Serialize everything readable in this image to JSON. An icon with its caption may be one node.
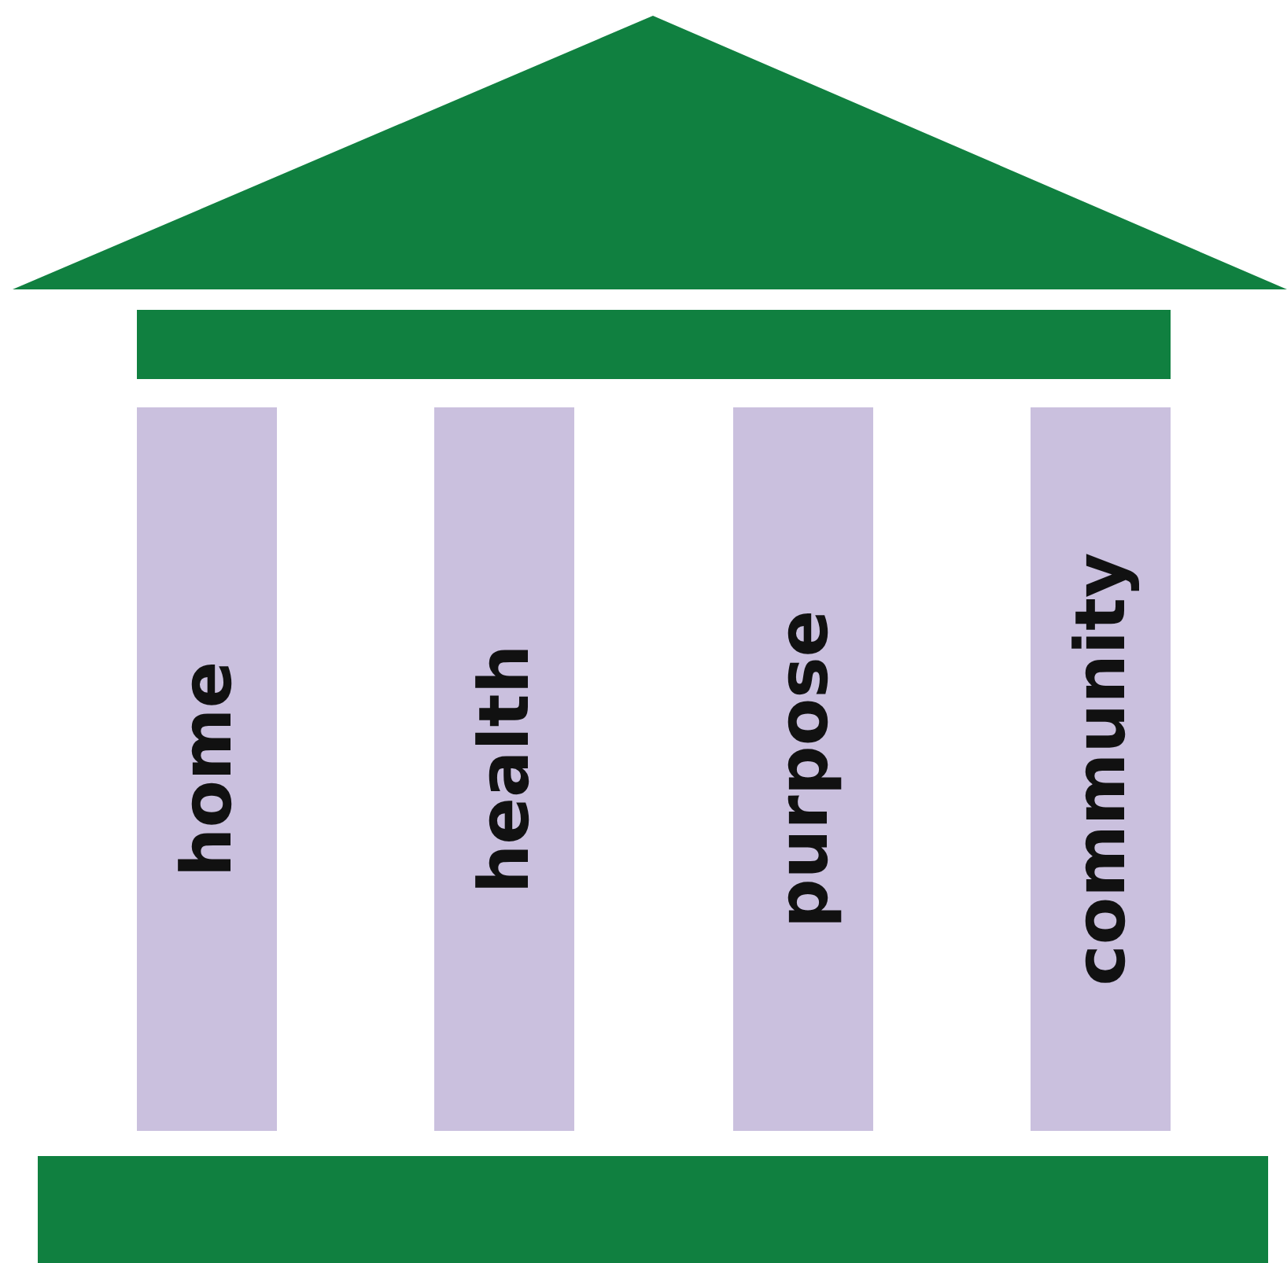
{
  "diagram": {
    "nodes": [
      {
        "text": [
          "home"
        ]
      },
      {
        "text": [
          "health"
        ]
      },
      {
        "text": [
          "purpose"
        ]
      },
      {
        "text": [
          "community"
        ]
      }
    ]
  }
}
